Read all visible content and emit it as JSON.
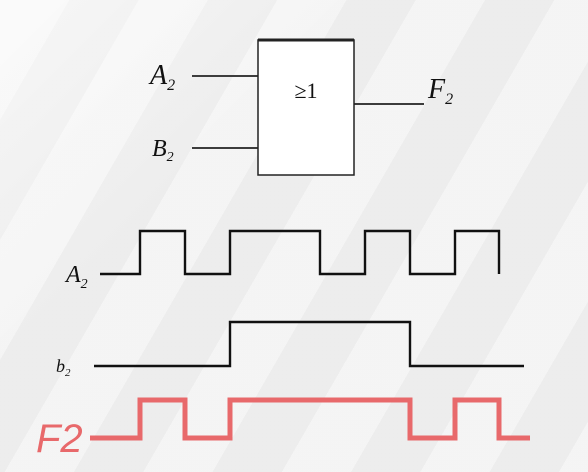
{
  "gate": {
    "symbol": "≥1",
    "input_a_label": "A",
    "input_a_sub": "2",
    "input_b_label": "B",
    "input_b_sub": "2",
    "output_label": "F",
    "output_sub": "2"
  },
  "waveforms": {
    "a_label": "A",
    "a_sub": "2",
    "b_label": "b",
    "b_sub": "2",
    "f_label": "F2",
    "f_color": "#e8696b",
    "signal_color": "#111111"
  }
}
